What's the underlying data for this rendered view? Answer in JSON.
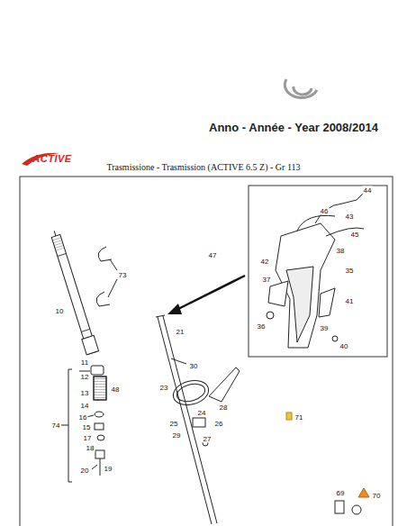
{
  "diagram": {
    "title": "Anno - Année - Year 2008/2014",
    "caption": "Trasmissione - Trasmission (ACTIVE 6.5 Z) - Gr 113",
    "labels": [
      "ACTIVE",
      "47",
      "44",
      "46",
      "43",
      "45",
      "38",
      "42",
      "35",
      "37",
      "36",
      "39",
      "40",
      "41",
      "10",
      "73",
      "21",
      "11",
      "30",
      "12",
      "48",
      "13",
      "23",
      "14",
      "24",
      "16",
      "28",
      "15",
      "17",
      "26",
      "25",
      "27",
      "18",
      "29",
      "74",
      "20",
      "19",
      "71",
      "69",
      "70"
    ]
  }
}
